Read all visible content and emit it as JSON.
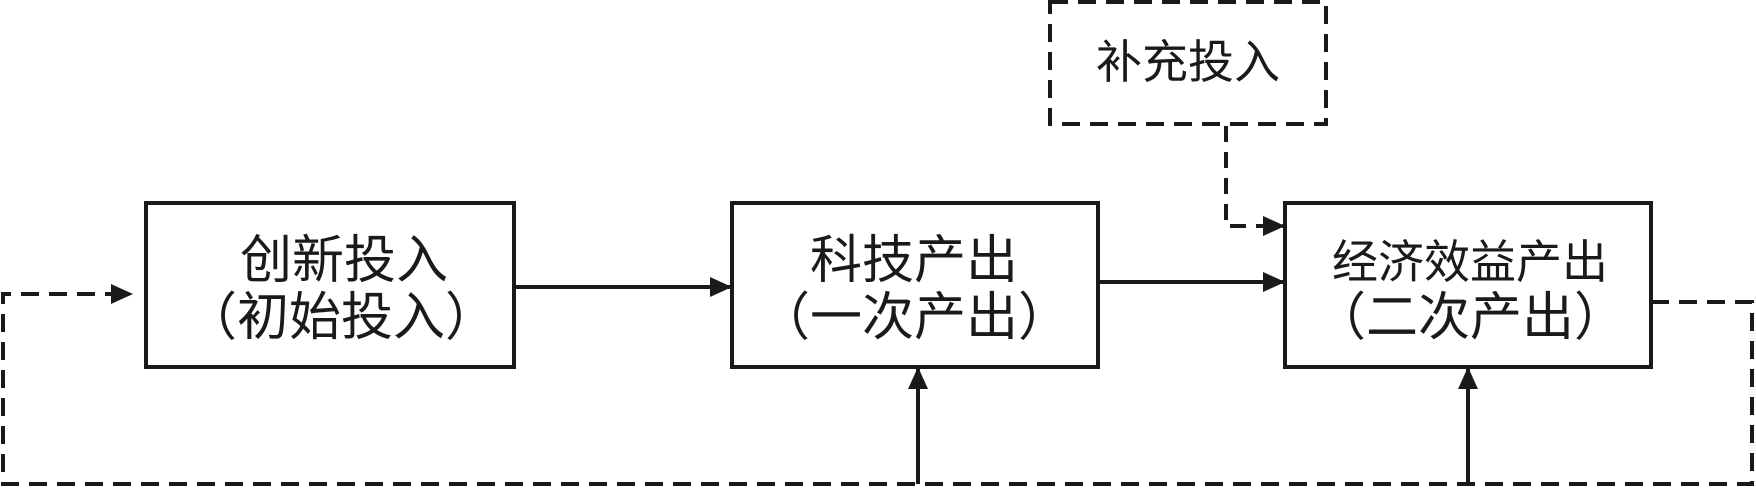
{
  "diagram": {
    "nodes": {
      "innovation_input": {
        "line1": "创新投入",
        "line2": "（初始投入）"
      },
      "tech_output": {
        "line1": "科技产出",
        "line2": "（一次产出）"
      },
      "economic_output": {
        "line1": "经济效益产出",
        "line2": "（二次产出）"
      },
      "supplementary_input": {
        "line1": "补充投入"
      }
    },
    "edges": [
      {
        "from": "innovation_input",
        "to": "tech_output",
        "style": "solid"
      },
      {
        "from": "tech_output",
        "to": "economic_output",
        "style": "solid"
      },
      {
        "from": "supplementary_input",
        "to": "economic_output",
        "style": "dashed"
      },
      {
        "from": "economic_output",
        "to": "innovation_input",
        "style": "dashed",
        "route": "feedback-loop-bottom"
      },
      {
        "from": "feedback-loop-bottom",
        "to": "tech_output",
        "style": "solid"
      },
      {
        "from": "feedback-loop-bottom",
        "to": "economic_output",
        "style": "solid"
      }
    ],
    "colors": {
      "stroke": "#1a1a1a",
      "background": "#ffffff"
    }
  }
}
